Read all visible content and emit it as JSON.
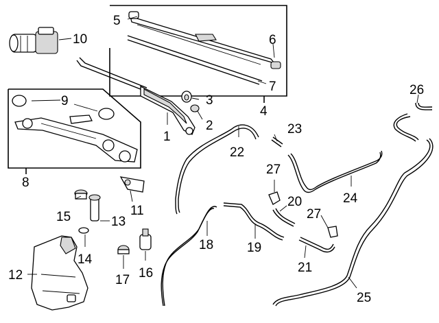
{
  "labels": {
    "p1": "1",
    "p2": "2",
    "p3": "3",
    "p4": "4",
    "p5": "5",
    "p6": "6",
    "p7": "7",
    "p8": "8",
    "p9": "9",
    "p10": "10",
    "p11": "11",
    "p12": "12",
    "p13": "13",
    "p14": "14",
    "p15": "15",
    "p16": "16",
    "p17": "17",
    "p18": "18",
    "p19": "19",
    "p20": "20",
    "p21": "21",
    "p22": "22",
    "p23": "23",
    "p24": "24",
    "p25": "25",
    "p26": "26",
    "p27a": "27",
    "p27b": "27"
  },
  "colors": {
    "line": "#000000",
    "background": "#ffffff",
    "shade": "#d8d8d8"
  }
}
